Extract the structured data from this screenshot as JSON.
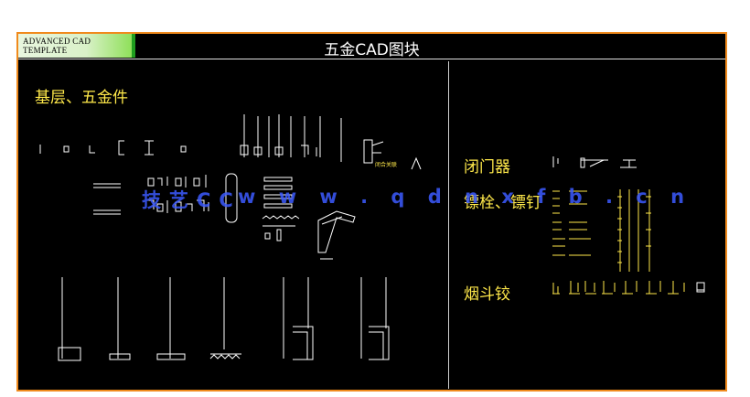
{
  "header": {
    "template_badge": "ADVANCED  CAD  TEMPLATE",
    "title": "五金CAD图块"
  },
  "sections": {
    "base": "基层、五金件",
    "door_closer": "闭门器",
    "bolt": "镖栓、镖钉",
    "hinge": "烟斗铰"
  },
  "watermark": {
    "brand": "技艺CC",
    "url": "w w w . q d n x f b . c n"
  },
  "drawing": {
    "annotation": "闭合关联"
  },
  "colors": {
    "frame_border": "#f08a1c",
    "label_yellow": "#ffe94a",
    "line_white": "#ffffff",
    "watermark_blue": "#3c5aff",
    "badge_green": "#8fe05a"
  }
}
